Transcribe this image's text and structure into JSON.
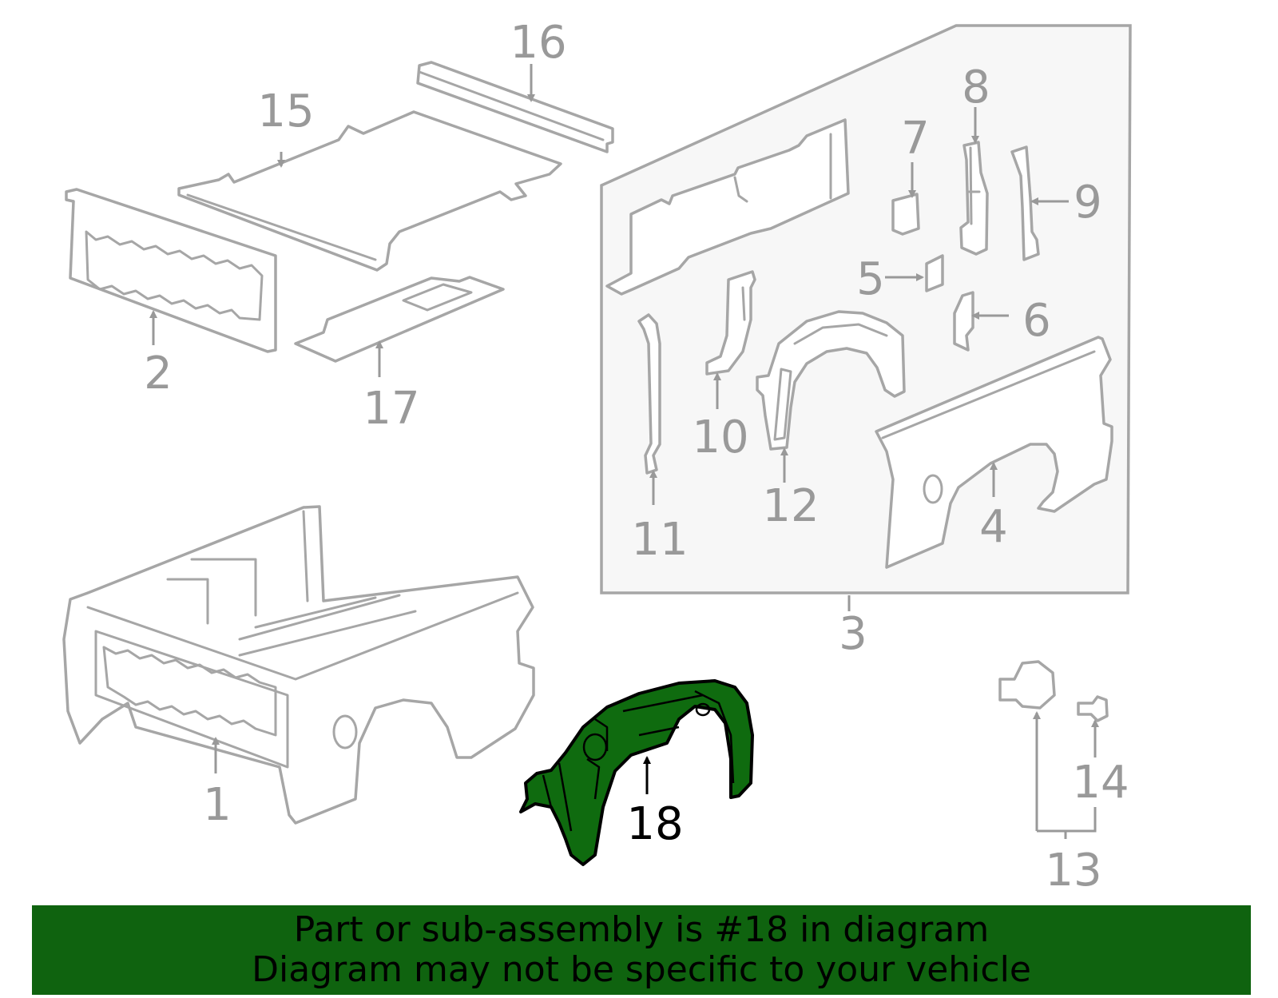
{
  "diagram": {
    "callouts": [
      {
        "id": "1",
        "label": "1"
      },
      {
        "id": "2",
        "label": "2"
      },
      {
        "id": "3",
        "label": "3"
      },
      {
        "id": "4",
        "label": "4"
      },
      {
        "id": "5",
        "label": "5"
      },
      {
        "id": "6",
        "label": "6"
      },
      {
        "id": "7",
        "label": "7"
      },
      {
        "id": "8",
        "label": "8"
      },
      {
        "id": "9",
        "label": "9"
      },
      {
        "id": "10",
        "label": "10"
      },
      {
        "id": "11",
        "label": "11"
      },
      {
        "id": "12",
        "label": "12"
      },
      {
        "id": "13",
        "label": "13"
      },
      {
        "id": "14",
        "label": "14"
      },
      {
        "id": "15",
        "label": "15"
      },
      {
        "id": "16",
        "label": "16"
      },
      {
        "id": "17",
        "label": "17"
      },
      {
        "id": "18",
        "label": "18",
        "highlighted": true
      }
    ],
    "highlight_color": "#0f6b0f",
    "part_color": "#a6a6a6"
  },
  "banner": {
    "line1": "Part or sub-assembly is #18 in diagram",
    "line2": "Diagram may not be specific to your vehicle",
    "background": "#0f630f"
  }
}
